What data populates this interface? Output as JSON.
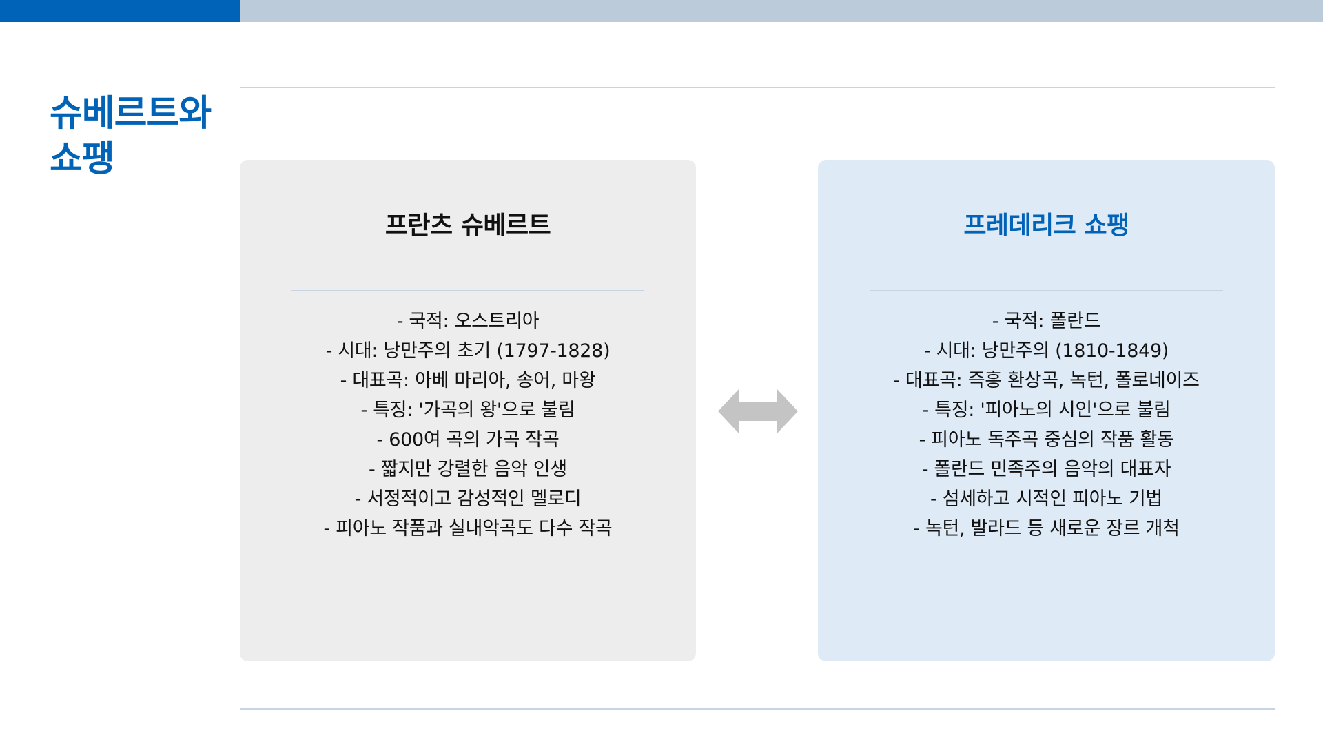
{
  "slide": {
    "title": "슈베르트와 쇼팽",
    "colors": {
      "accent": "#0063B8",
      "topbar": "#BBCBDA",
      "rule": "#C6D4E4",
      "left_card_bg": "#EDEDED",
      "right_card_bg": "#DEEAF6",
      "arrow": "#C4C4C4"
    }
  },
  "comparison": {
    "left": {
      "title": "프란츠 슈베르트",
      "items": [
        "- 국적: 오스트리아",
        "- 시대: 낭만주의 초기 (1797-1828)",
        "- 대표곡: 아베 마리아, 송어, 마왕",
        "- 특징: '가곡의 왕'으로 불림",
        "- 600여 곡의 가곡 작곡",
        "- 짧지만 강렬한 음악 인생",
        "- 서정적이고 감성적인 멜로디",
        "- 피아노 작품과 실내악곡도 다수 작곡"
      ]
    },
    "connector_icon": "double-arrow-icon",
    "right": {
      "title": "프레데리크 쇼팽",
      "items": [
        "- 국적: 폴란드",
        "- 시대: 낭만주의 (1810-1849)",
        "- 대표곡: 즉흥 환상곡, 녹턴, 폴로네이즈",
        "- 특징: '피아노의 시인'으로 불림",
        "- 피아노 독주곡 중심의 작품 활동",
        "- 폴란드 민족주의 음악의 대표자",
        "- 섬세하고 시적인 피아노 기법",
        "- 녹턴, 발라드 등 새로운 장르 개척"
      ]
    }
  }
}
